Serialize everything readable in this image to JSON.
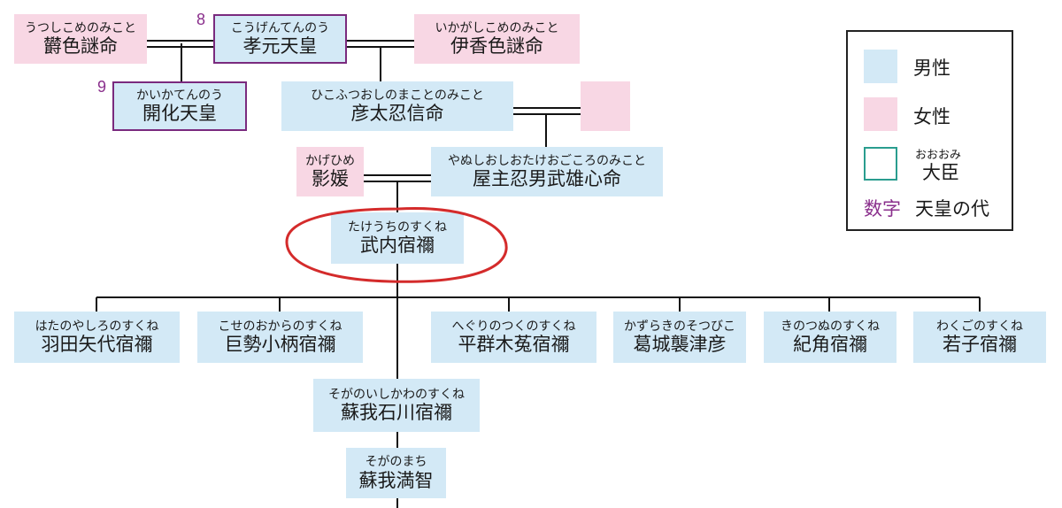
{
  "nodes": {
    "utsushikome": {
      "ruby": "うつしこめのみこと",
      "name": "欝色謎命"
    },
    "kogen": {
      "ruby": "こうげんてんのう",
      "name": "孝元天皇",
      "number": "8"
    },
    "ikagashikome": {
      "ruby": "いかがしこめのみこと",
      "name": "伊香色謎命"
    },
    "kaika": {
      "ruby": "かいかてんのう",
      "name": "開化天皇",
      "number": "9"
    },
    "hikofutsuoshi": {
      "ruby": "ひこふつおしのまことのみこと",
      "name": "彦太忍信命"
    },
    "kagehime": {
      "ruby": "かげひめ",
      "name": "影媛"
    },
    "yanushioshio": {
      "ruby": "やぬしおしおたけおごころのみこと",
      "name": "屋主忍男武雄心命"
    },
    "takeuchi": {
      "ruby": "たけうちのすくね",
      "name": "武内宿禰"
    },
    "hata": {
      "ruby": "はたのやしろのすくね",
      "name": "羽田矢代宿禰"
    },
    "kose": {
      "ruby": "こせのおからのすくね",
      "name": "巨勢小柄宿禰"
    },
    "heguri": {
      "ruby": "へぐりのつくのすくね",
      "name": "平群木菟宿禰"
    },
    "katsuragi": {
      "ruby": "かずらきのそつびこ",
      "name": "葛城襲津彦"
    },
    "ki": {
      "ruby": "きのつぬのすくね",
      "name": "紀角宿禰"
    },
    "wakugo": {
      "ruby": "わくごのすくね",
      "name": "若子宿禰"
    },
    "soga_ishikawa": {
      "ruby": "そがのいしかわのすくね",
      "name": "蘇我石川宿禰"
    },
    "soga_machi": {
      "ruby": "そがのまち",
      "name": "蘇我満智"
    }
  },
  "legend": {
    "male": "男性",
    "female": "女性",
    "minister_ruby": "おおおみ",
    "minister": "大臣",
    "number_key": "数字",
    "number_desc": "天皇の代"
  },
  "colors": {
    "male": "#d3e9f6",
    "female": "#f8d7e4",
    "emperor_border": "#7a2a7e",
    "minister_border": "#2a9d8f",
    "number": "#8a2f8c",
    "highlight": "#d42b2b"
  }
}
